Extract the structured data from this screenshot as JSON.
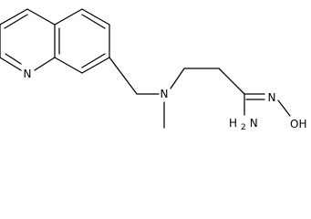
{
  "molecule": {
    "atoms": {
      "ring_n": "N",
      "amine_n": "N",
      "amidine_n": "N",
      "hydroxyl": "OH",
      "amine_h": "H",
      "amine_h_count": "2",
      "amine_n2": "N"
    }
  }
}
